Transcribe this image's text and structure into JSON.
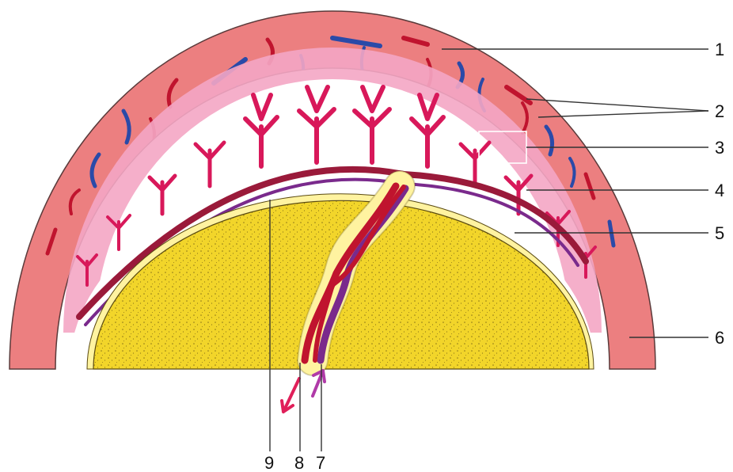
{
  "labels": {
    "l1": "1",
    "l2": "2",
    "l3": "3",
    "l4": "4",
    "l5": "5",
    "l6": "6",
    "l7": "7",
    "l8": "8",
    "l9": "9"
  },
  "colors": {
    "uterine_wall": "#ec7f80",
    "uterine_wall_edge": "#5a3a3a",
    "decidua_space": "#ffffff",
    "cotyledon_light": "#f4a6c4",
    "villi": "#d8185a",
    "artery_red": "#c0142e",
    "vein_blue": "#2a4aa8",
    "umbilical_vein": "#7a2a8c",
    "chorionic_plate": "#9a1a3a",
    "yolk": "#f2d52a",
    "yolk_edge": "#5a4a10",
    "amnion": "#fff3a0",
    "arrow_red": "#e0205a",
    "arrow_purple": "#b03aa8"
  }
}
